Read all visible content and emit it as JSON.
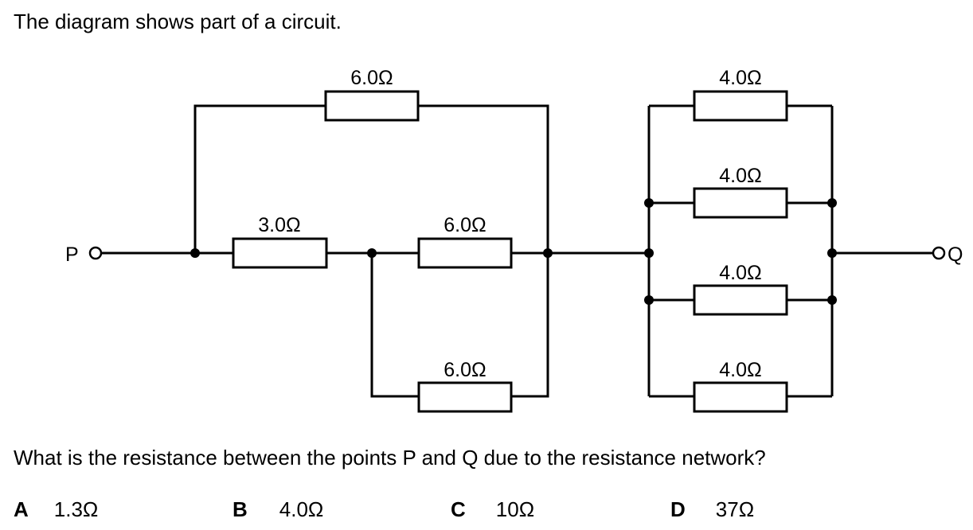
{
  "intro_text": "The diagram shows part of a circuit.",
  "question_text": "What is the resistance between the points P and Q due to the resistance network?",
  "terminals": {
    "p": "P",
    "q": "Q"
  },
  "resistors": {
    "left_top": "6.0Ω",
    "left_series": "3.0Ω",
    "left_middle": "6.0Ω",
    "left_bottom": "6.0Ω",
    "right_1": "4.0Ω",
    "right_2": "4.0Ω",
    "right_3": "4.0Ω",
    "right_4": "4.0Ω"
  },
  "options": [
    {
      "letter": "A",
      "value": "1.3Ω"
    },
    {
      "letter": "B",
      "value": "4.0Ω"
    },
    {
      "letter": "C",
      "value": "10Ω"
    },
    {
      "letter": "D",
      "value": "37Ω"
    }
  ]
}
